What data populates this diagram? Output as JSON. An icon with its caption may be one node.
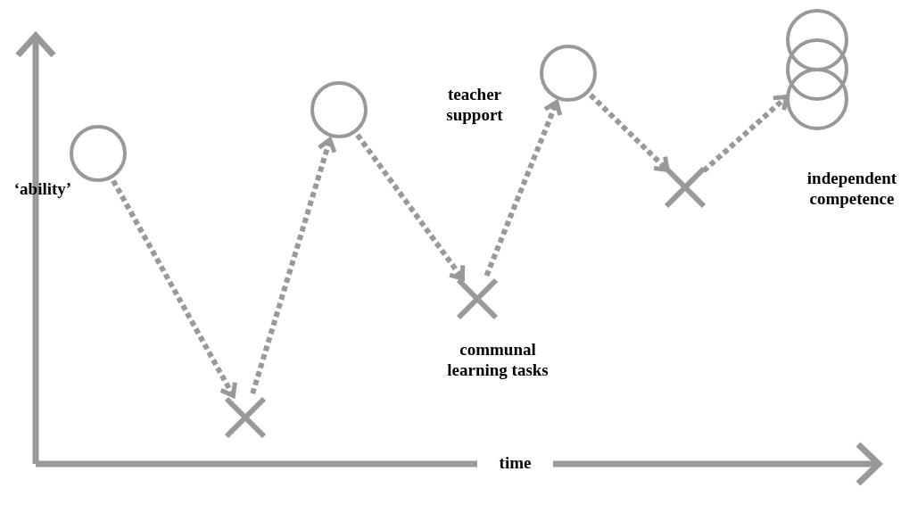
{
  "diagram": {
    "nodes": [
      {
        "text": [],
        "shape": "circle"
      },
      {
        "text": [],
        "shape": "cross"
      },
      {
        "text": [],
        "shape": "circle"
      },
      {
        "text": [],
        "shape": "cross"
      },
      {
        "text": [],
        "shape": "circle"
      },
      {
        "text": [],
        "shape": "cross"
      },
      {
        "text": [],
        "shape": "circle"
      }
    ],
    "edges": [
      {
        "from": 0,
        "to": 1,
        "arrow": "to",
        "style": "dashed"
      },
      {
        "from": 1,
        "to": 2,
        "arrow": "to",
        "style": "dashed"
      },
      {
        "from": 2,
        "to": 3,
        "arrow": "to",
        "style": "dashed"
      },
      {
        "from": 3,
        "to": 4,
        "arrow": "to",
        "style": "dashed"
      },
      {
        "from": 4,
        "to": 5,
        "arrow": "to",
        "style": "dashed"
      },
      {
        "from": 5,
        "to": 6,
        "arrow": "to",
        "style": "dashed"
      }
    ],
    "labels": [
      "teacher support",
      "independent competence",
      "‘ability’",
      "communal learning tasks",
      "time"
    ]
  }
}
